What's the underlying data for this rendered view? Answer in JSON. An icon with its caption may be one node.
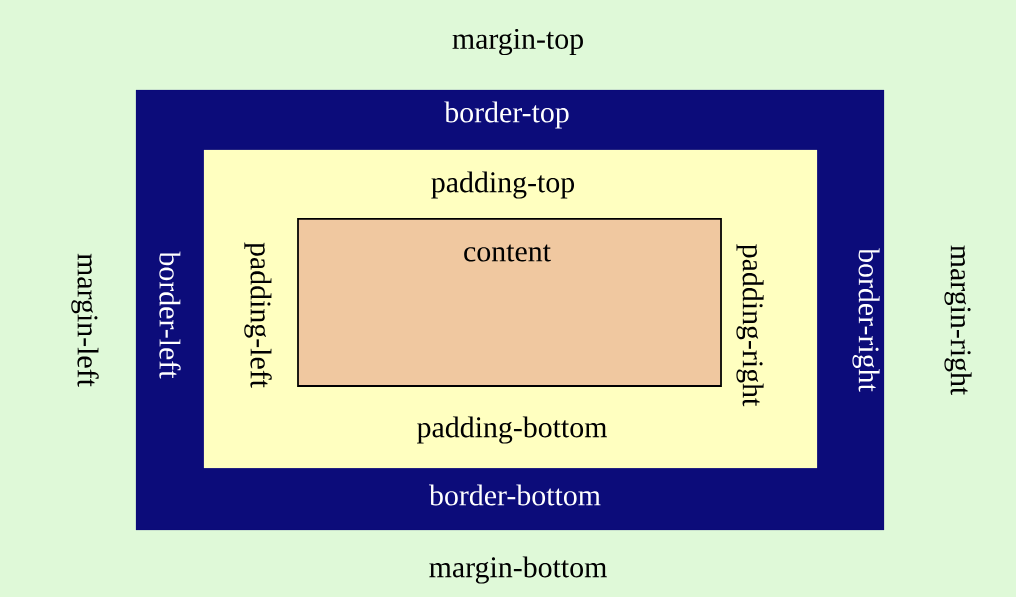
{
  "diagram": {
    "nodes": [
      {
        "text": [
          "margin-top",
          "margin-left",
          "margin-right",
          "margin-bottom"
        ]
      },
      {
        "text": [
          "border-top",
          "border-left",
          "border-right",
          "border-bottom"
        ],
        "in": 0
      },
      {
        "text": [
          "padding-top",
          "padding-left",
          "padding-right",
          "padding-bottom"
        ],
        "in": 1
      },
      {
        "text": [
          "content"
        ],
        "in": 2
      }
    ]
  }
}
